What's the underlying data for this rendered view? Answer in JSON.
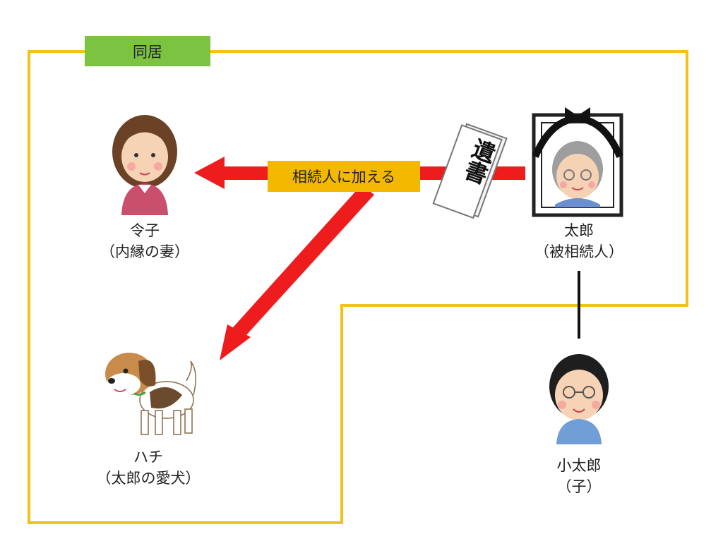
{
  "colors": {
    "household_border": "#f2c21a",
    "household_tag": "#7dc342",
    "arrow": "#ee1c1c",
    "add_tag": "#f5b800",
    "line": "#111111"
  },
  "household": {
    "label": "同居"
  },
  "arrow_label": "相続人に加える",
  "will": {
    "text": "遺書",
    "icon": "will-document-icon"
  },
  "people": {
    "reiko": {
      "name": "令子",
      "role": "（内縁の妻）",
      "icon": "wife-avatar-icon"
    },
    "taro": {
      "name": "太郎",
      "role": "（被相続人）",
      "icon": "memorial-portrait-icon"
    },
    "hachi": {
      "name": "ハチ",
      "role": "（太郎の愛犬）",
      "icon": "beagle-dog-icon"
    },
    "kotaro": {
      "name": "小太郎",
      "role": "（子）",
      "icon": "son-avatar-icon"
    }
  }
}
